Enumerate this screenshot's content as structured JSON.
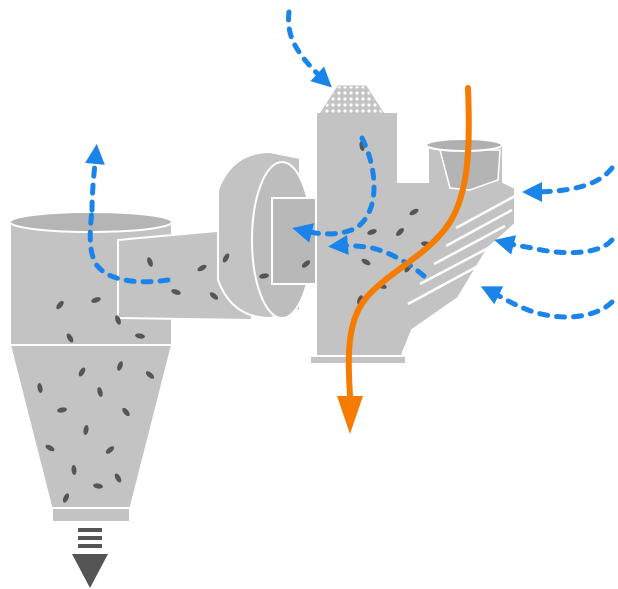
{
  "diagram": {
    "colors": {
      "background": "#ffffff",
      "body": "#c3c3c3",
      "body_dark": "#b0b0b0",
      "outline": "#ffffff",
      "particle": "#555555",
      "air_flow": "#1a84e8",
      "product_flow": "#f57c00",
      "discharge": "#555555"
    },
    "components": [
      {
        "id": "cyclone",
        "icon": "cyclone-separator"
      },
      {
        "id": "fan",
        "icon": "fan-housing"
      },
      {
        "id": "separator",
        "icon": "classifier-body"
      },
      {
        "id": "filter",
        "icon": "mesh-filter"
      },
      {
        "id": "discharge",
        "icon": "discharge-valve"
      }
    ],
    "flows": [
      {
        "id": "air-in-top",
        "type": "air",
        "icon": "dashed-arrow"
      },
      {
        "id": "air-in-right",
        "type": "air",
        "icon": "dashed-arrow",
        "count": 3
      },
      {
        "id": "air-out-top",
        "type": "air",
        "icon": "dashed-arrow"
      },
      {
        "id": "product-stream",
        "type": "product",
        "icon": "solid-arrow"
      }
    ]
  }
}
